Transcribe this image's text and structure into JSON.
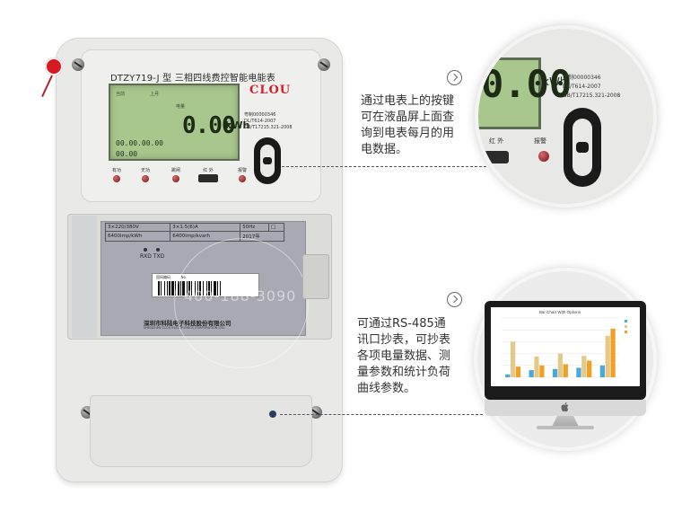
{
  "meter": {
    "model_title": "DTZY719-J 型 三相四线费控智能电能表",
    "brand": "CLOU",
    "lcd": {
      "label_total": "当前",
      "label_month": "上月",
      "label_power": "电量",
      "value": "0.00",
      "unit": "kWh",
      "datetime": "00.00.00.00",
      "line2": "00.00"
    },
    "certificate": [
      "粤制00000346",
      "DL/T614-2007",
      "GB/T17215.321-2008"
    ],
    "indicators": [
      "有功",
      "无功",
      "跳闸",
      "红 外",
      "报警"
    ],
    "specs": [
      [
        "3×220/380V",
        "3×1.5(6)A",
        "50Hz",
        "□"
      ],
      [
        "6400imp/kWh",
        "6400imp/kvarh",
        "2017年",
        ""
      ]
    ],
    "comm_labels": [
      "RXD",
      "TXD"
    ],
    "barcode_top": "国网编码",
    "barcode_no": "No.",
    "manufacturer": "深圳市科陆电子科技股份有限公司",
    "manufacturer_en": "SHENZHEN CLOU ELECTRONICS CORPORATION LTD.",
    "watermark_phone": "400-188-3090"
  },
  "callout_top": {
    "text": [
      "通过电表上的按键",
      "可在液晶屏上面查",
      "询到电表每月的用",
      "电数据。"
    ],
    "zoom_value": "0.00",
    "zoom_unit": "kWh",
    "zoom_cert": [
      "粤制00000346",
      "DL/T614-2007",
      "GB/T17215.321-2008"
    ],
    "zoom_ir_label": "红 外",
    "zoom_alarm_label": "报警"
  },
  "callout_bottom": {
    "text": [
      "可通过RS-485通",
      "讯口抄表，可抄表",
      "各项电量数据、测",
      "量参数和统计负荷",
      "曲线参数。"
    ]
  },
  "chart_data": {
    "type": "bar",
    "title": "Bar Chart With Options",
    "categories": [
      "",
      "",
      "",
      "",
      ""
    ],
    "series": [
      {
        "name": "",
        "color": "#4aa9d6",
        "values": [
          5,
          12,
          14,
          16,
          20
        ]
      },
      {
        "name": "",
        "color": "#e5c98a",
        "values": [
          60,
          35,
          40,
          36,
          70
        ]
      },
      {
        "name": "",
        "color": "#f0a024",
        "values": [
          18,
          20,
          22,
          28,
          82
        ]
      }
    ],
    "ylim": [
      0,
      100
    ]
  }
}
